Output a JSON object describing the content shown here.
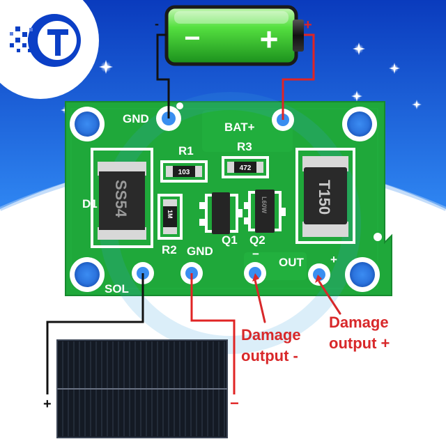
{
  "colors": {
    "sky_top": "#0c3fc4",
    "sky_bottom": "#2f7df0",
    "pcb_green": "#1fa83a",
    "pcb_edge": "#168a2e",
    "wire_red": "#e02424",
    "wire_black": "#111111",
    "annotation_red": "#d8282a",
    "battery_green": "#4dd43a"
  },
  "battery": {
    "minus_symbol": "−",
    "plus_symbol": "+",
    "neg_terminal_label": "-",
    "pos_terminal_label": "+"
  },
  "pcb_labels": {
    "gnd_top": "GND",
    "bat_plus": "BAT+",
    "r1": "R1",
    "r3": "R3",
    "d1": "D1",
    "r2": "R2",
    "q1": "Q1",
    "q2": "Q2",
    "gnd_bottom": "GND",
    "out": "OUT",
    "plus": "+",
    "minus": "−",
    "sol": "SOL"
  },
  "components": {
    "r1_code": "103",
    "r3_code": "472",
    "d1_code": "SS54",
    "r2_code": "1M",
    "q2_code": "L60W",
    "inductor_code": "T150"
  },
  "annotations": {
    "damage_minus": [
      "Damage",
      "output -"
    ],
    "damage_plus": [
      "Damage",
      "output +"
    ]
  },
  "solar": {
    "plus_label": "+",
    "minus_label": "−"
  },
  "logo": {
    "icon": "tc-logo-icon"
  }
}
